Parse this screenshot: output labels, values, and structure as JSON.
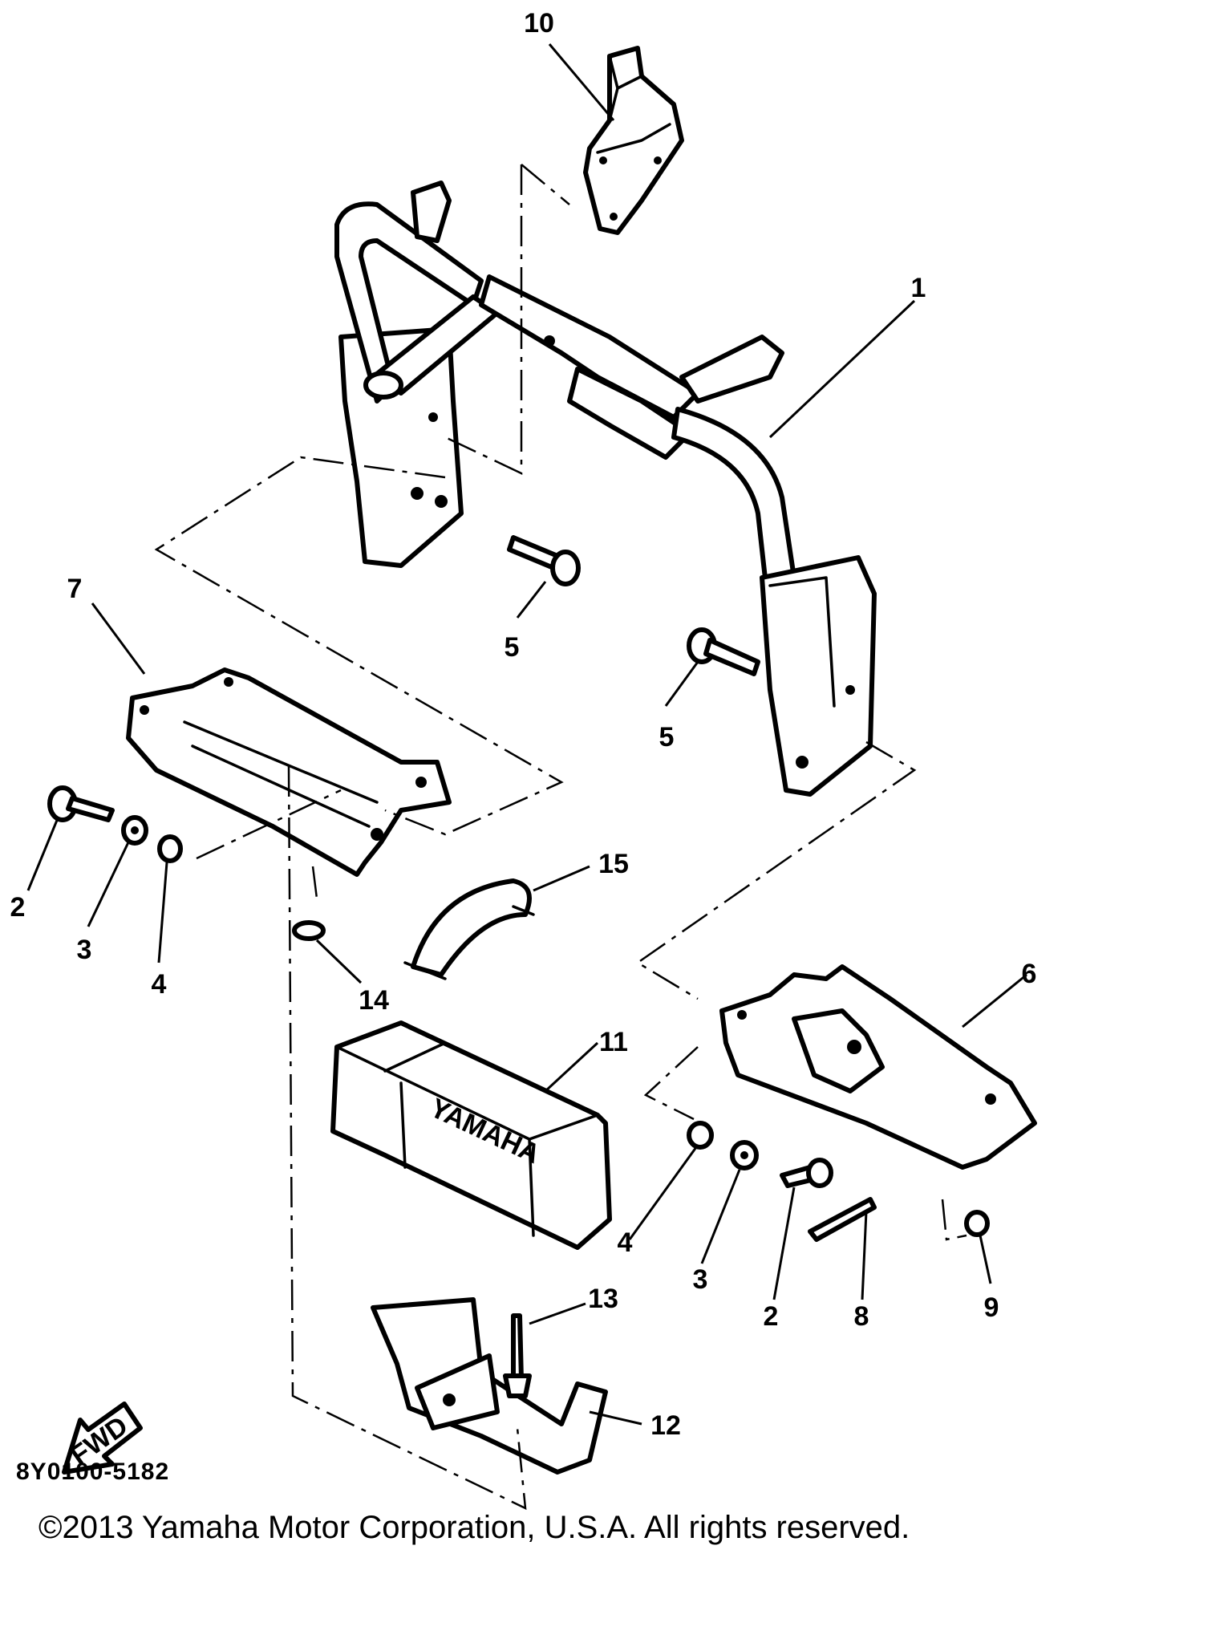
{
  "diagram": {
    "drawing_code": "8Y0100-5182",
    "copyright": "©2013 Yamaha Motor Corporation, U.S.A. All rights reserved.",
    "forward_label": "FWD",
    "battery_brand": "YAMAHA",
    "callouts": [
      "1",
      "2",
      "3",
      "4",
      "5",
      "6",
      "7",
      "8",
      "9",
      "10",
      "11",
      "12",
      "13",
      "14",
      "15"
    ]
  }
}
